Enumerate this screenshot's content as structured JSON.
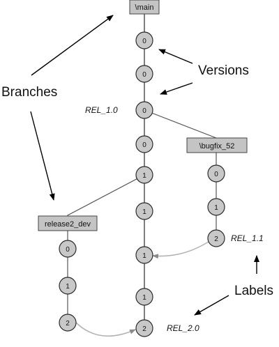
{
  "branches": {
    "main": "\\main",
    "bugfix": "\\bugfix_52",
    "release": "release2_dev"
  },
  "main_versions": [
    "0",
    "0",
    "0",
    "0",
    "1",
    "1",
    "1",
    "1",
    "2"
  ],
  "bugfix_versions": [
    "0",
    "1",
    "2"
  ],
  "release_versions": [
    "0",
    "1",
    "2"
  ],
  "labels": {
    "rel10": "REL_1.0",
    "rel11": "REL_1.1",
    "rel20": "REL_2.0"
  },
  "callouts": {
    "branches": "Branches",
    "versions": "Versions",
    "labels": "Labels"
  }
}
